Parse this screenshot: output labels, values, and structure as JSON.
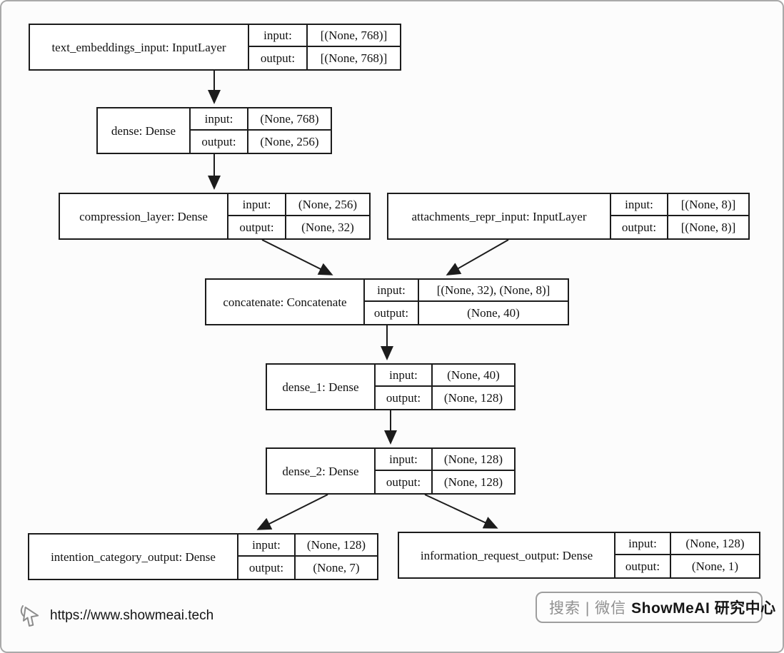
{
  "labels": {
    "input": "input:",
    "output": "output:"
  },
  "diagram": {
    "type": "keras-model-graph",
    "nodes": [
      {
        "id": "text_embeddings_input",
        "name": "text_embeddings_input: InputLayer",
        "input": "[(None, 768)]",
        "output": "[(None, 768)]"
      },
      {
        "id": "dense",
        "name": "dense: Dense",
        "input": "(None, 768)",
        "output": "(None, 256)"
      },
      {
        "id": "compression_layer",
        "name": "compression_layer: Dense",
        "input": "(None, 256)",
        "output": "(None, 32)"
      },
      {
        "id": "attachments_repr_input",
        "name": "attachments_repr_input: InputLayer",
        "input": "[(None, 8)]",
        "output": "[(None, 8)]"
      },
      {
        "id": "concatenate",
        "name": "concatenate: Concatenate",
        "input": "[(None, 32), (None, 8)]",
        "output": "(None, 40)"
      },
      {
        "id": "dense_1",
        "name": "dense_1: Dense",
        "input": "(None, 40)",
        "output": "(None, 128)"
      },
      {
        "id": "dense_2",
        "name": "dense_2: Dense",
        "input": "(None, 128)",
        "output": "(None, 128)"
      },
      {
        "id": "intention_category_output",
        "name": "intention_category_output: Dense",
        "input": "(None, 128)",
        "output": "(None, 7)"
      },
      {
        "id": "information_request_output",
        "name": "information_request_output: Dense",
        "input": "(None, 128)",
        "output": "(None, 1)"
      }
    ],
    "edges": [
      {
        "from": "text_embeddings_input",
        "to": "dense"
      },
      {
        "from": "dense",
        "to": "compression_layer"
      },
      {
        "from": "compression_layer",
        "to": "concatenate"
      },
      {
        "from": "attachments_repr_input",
        "to": "concatenate"
      },
      {
        "from": "concatenate",
        "to": "dense_1"
      },
      {
        "from": "dense_1",
        "to": "dense_2"
      },
      {
        "from": "dense_2",
        "to": "intention_category_output"
      },
      {
        "from": "dense_2",
        "to": "information_request_output"
      }
    ]
  },
  "watermark": {
    "search_text": "搜索 | 微信",
    "brand_text": "ShowMeAI 研究中心"
  },
  "footer": {
    "url": "https://www.showmeai.tech"
  },
  "colors": {
    "box_border": "#1c1c1c",
    "frame_border": "#a9a9a9",
    "watermark_gray": "#8f8f8f"
  }
}
